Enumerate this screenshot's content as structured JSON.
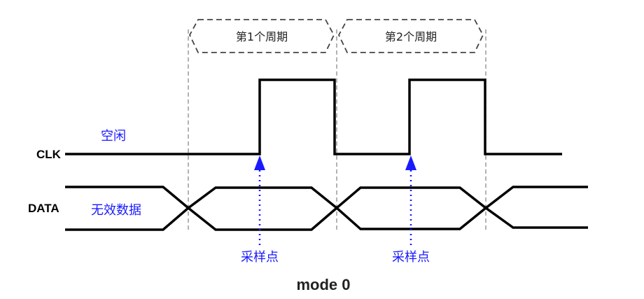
{
  "diagram": {
    "title": "mode 0",
    "signals": {
      "clk": "CLK",
      "data": "DATA"
    },
    "annotations": {
      "idle": "空闲",
      "invalid_data": "无效数据",
      "sample_points": [
        "采样点",
        "采样点"
      ]
    },
    "periods": [
      "第1个周期",
      "第2个周期"
    ],
    "colors": {
      "waveform": "#000000",
      "annotation": "#1a1aff",
      "guide": "#8a8a8a"
    }
  }
}
